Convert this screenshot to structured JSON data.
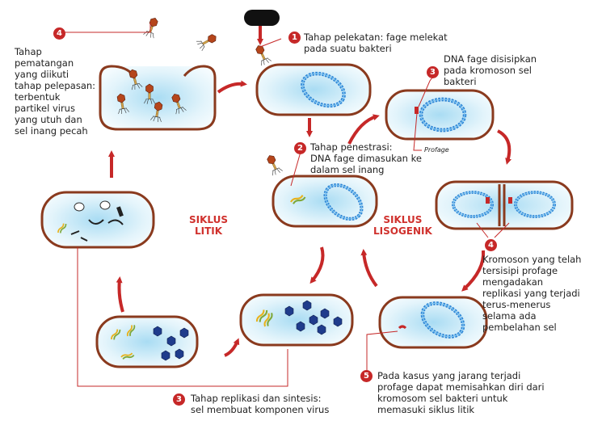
{
  "cycles": {
    "lytic": "SIKLUS\nLITIK",
    "lysogenic": "SIKLUS\nLISOGENIK"
  },
  "steps": {
    "lytic_1": {
      "number": "1",
      "text": "Tahap pelekatan: fage melekat\npada suatu bakteri"
    },
    "lytic_2": {
      "number": "2",
      "text": "Tahap penestrasi:\nDNA fage dimasukan ke\ndalam sel inang"
    },
    "lytic_3": {
      "number": "3",
      "text": "Tahap replikasi dan sintesis:\nsel membuat komponen virus"
    },
    "lytic_4": {
      "number": "4",
      "text": "Tahap\npematangan\nyang diikuti\ntahap pelepasan:\nterbentuk\npartikel virus\nyang utuh dan\nsel inang pecah"
    },
    "lyso_3": {
      "number": "3",
      "text": "DNA fage disisipkan\npada kromoson sel\nbakteri"
    },
    "lyso_4": {
      "number": "4",
      "text": "Kromoson yang telah\ntersisipi profage\nmengadakan\nreplikasi yang terjadi\nterus-menerus\nselama ada\npembelahan sel"
    },
    "lyso_5": {
      "number": "5",
      "text": "Pada kasus yang jarang terjadi\nprofage dapat memisahkan diri dari\nkromosom sel bakteri untuk\nmemasuki siklus litik"
    }
  },
  "profage_label": "Profage",
  "colors": {
    "arrow": "#c62828",
    "cell_fill": "#dff3fb",
    "cell_outline": "#8a3a1e",
    "dna": "#3a8fd8",
    "badge": "#c62828"
  }
}
